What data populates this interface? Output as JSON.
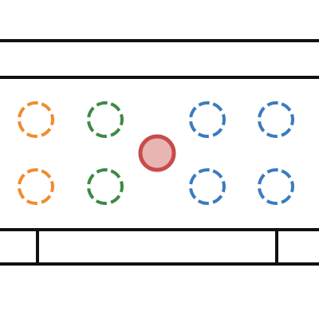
{
  "colors": {
    "line": "#111111",
    "orange": "#f08c2e",
    "green": "#3d8a45",
    "blue": "#3b7bbf",
    "target_stroke": "#c84b4b",
    "target_fill": "#e8b4b4"
  },
  "markers": [
    {
      "name": "orange-marker-top",
      "color": "orange",
      "style": "dashed-ring"
    },
    {
      "name": "orange-marker-bottom",
      "color": "orange",
      "style": "dashed-ring"
    },
    {
      "name": "green-marker-top",
      "color": "green",
      "style": "dashed-ring"
    },
    {
      "name": "green-marker-bottom",
      "color": "green",
      "style": "dashed-ring"
    },
    {
      "name": "blue-marker-top-left",
      "color": "blue",
      "style": "dashed-ring"
    },
    {
      "name": "blue-marker-bottom-left",
      "color": "blue",
      "style": "dashed-ring"
    },
    {
      "name": "blue-marker-top-right",
      "color": "blue",
      "style": "dashed-ring"
    },
    {
      "name": "blue-marker-bottom-right",
      "color": "blue",
      "style": "dashed-ring"
    }
  ],
  "target": {
    "name": "red-target",
    "color": "red",
    "style": "filled-circle"
  }
}
